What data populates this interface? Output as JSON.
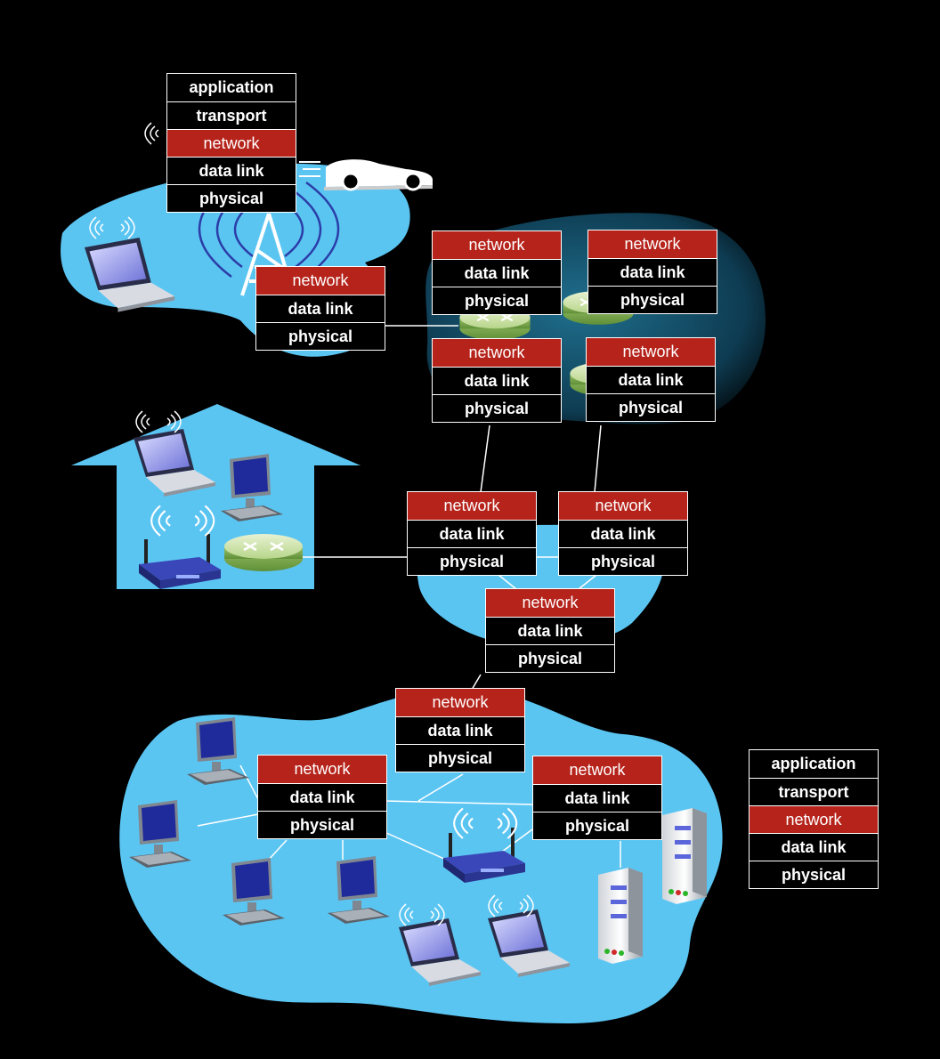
{
  "layers": {
    "application": "application",
    "transport": "transport",
    "network": "network",
    "data_link": "data link",
    "physical": "physical"
  },
  "colors": {
    "background": "#000000",
    "network_cloud": "#5bc5f2",
    "isp_cloud": "#0d3a4f",
    "network_layer": "#b5231b",
    "layer_box": "#000000",
    "layer_border": "#ffffff",
    "link_line": "#ffffff"
  },
  "icons": [
    "cell-tower-icon",
    "car-icon",
    "laptop-icon",
    "desktop-icon",
    "router-icon",
    "wifi-router-icon",
    "server-icon",
    "wireless-signal-icon",
    "house-icon"
  ]
}
